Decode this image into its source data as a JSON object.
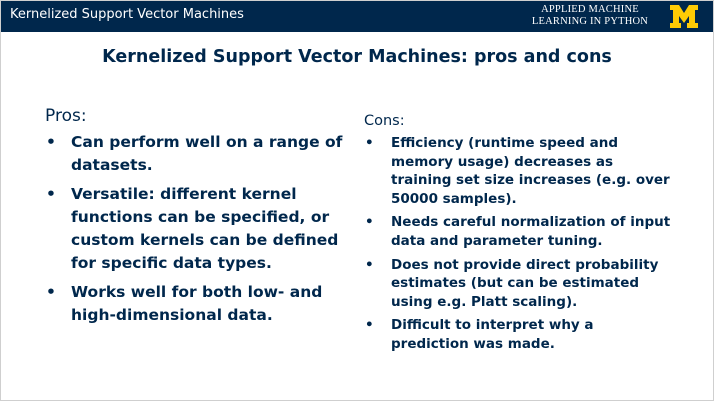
{
  "header": {
    "title": "Kernelized Support Vector Machines",
    "course_line1": "APPLIED MACHINE",
    "course_line2": "LEARNING IN PYTHON",
    "logo_colors": {
      "background": "#00274c",
      "mark": "#ffcb05"
    }
  },
  "slide": {
    "title": "Kernelized Support Vector Machines:  pros and cons"
  },
  "pros": {
    "heading": "Pros:",
    "items": [
      "Can perform well on a range of datasets.",
      "Versatile: different kernel functions can be specified, or custom kernels can be defined for specific data types.",
      "Works well for both low- and high-dimensional data."
    ]
  },
  "cons": {
    "heading": "Cons:",
    "items": [
      "Efficiency (runtime speed and memory usage) decreases as training set size increases (e.g. over 50000 samples).",
      "Needs careful normalization of input data and parameter tuning.",
      "Does not provide direct probability estimates (but can be estimated using e.g. Platt scaling).",
      "Difficult to interpret why a prediction was made."
    ]
  },
  "theme": {
    "navy": "#00274c",
    "maize": "#ffcb05"
  }
}
